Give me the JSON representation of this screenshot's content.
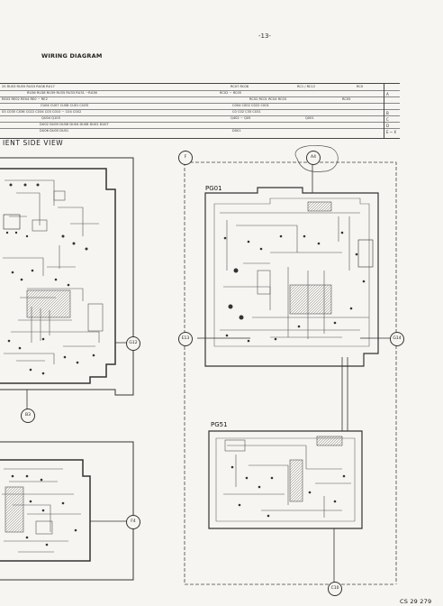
{
  "header": {
    "page_number": "-13-",
    "title": "WIRING DIAGRAM"
  },
  "reference_table": {
    "rows": [
      {
        "left": "2S RU03 RU05 RU03 RU08 RU17",
        "middle": "RC07 RC08",
        "right1": "RC1 / RC12",
        "right2": "RC0"
      },
      {
        "left": "RU36 RU38 RU39 RU35 RU33 RU31 ~RU36",
        "middle": "RC02 ~ RC05",
        "right1": "",
        "right2": ""
      },
      {
        "left": "RE03 RE02 RE04 RE0 ~ RE2",
        "middle": "RC02 RC01 RC04 RC03",
        "right1": "RC05",
        "right2": ""
      },
      {
        "left": "CU04 CU07 CU08 CU01 CU05",
        "middle": "C004 C002 C022 C001",
        "right1": "",
        "right2": ""
      },
      {
        "left": "03 C035 C036 C022 C034 C03 C010 ~ C04 C002",
        "middle": "C0 C02 C35 C031",
        "right1": "",
        "right2": ""
      },
      {
        "left": "QU04 Q105",
        "middle": "Q402 ~ Q05",
        "right1": "Q001",
        "right2": ""
      },
      {
        "left": "DU02 DU05 DU06 DU04 DU08 DU02 DU07",
        "middle": "",
        "right1": "",
        "right2": ""
      },
      {
        "left": "DU06 DU05 DU01",
        "middle": "D001",
        "right1": "",
        "right2": ""
      }
    ],
    "grid_letters": [
      "A",
      "B",
      "C",
      "D",
      "E ~ X"
    ]
  },
  "section_label": "IENT  SIDE  VIEW",
  "boards": {
    "pg01_label": "PG01",
    "pg51_label": "PG51"
  },
  "connectors": {
    "f": "F",
    "a4": "A4",
    "e13": "E13",
    "g12": "G12",
    "g14": "G14",
    "b3": "B3",
    "f4": "F4",
    "c10": "C10"
  },
  "footer": {
    "code": "CS 29 279"
  }
}
